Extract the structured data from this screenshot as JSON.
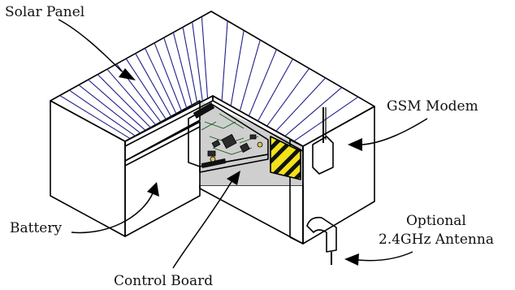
{
  "labels": {
    "solar_panel": "Solar Panel",
    "gsm_modem": "GSM Modem",
    "battery": "Battery",
    "antenna_line1": "Optional",
    "antenna_line2": "2.4GHz Antenna",
    "control_board": "Control Board"
  },
  "colors": {
    "panel": "#9aa3f2",
    "panel_line": "#1f1f8a",
    "battery": "#4446d6",
    "board": "#3fb34a",
    "case_front": "#a6a6a6",
    "case_side": "#8f8f8f",
    "interior": "#d9d9d9",
    "hazard_yellow": "#f2e21b"
  }
}
